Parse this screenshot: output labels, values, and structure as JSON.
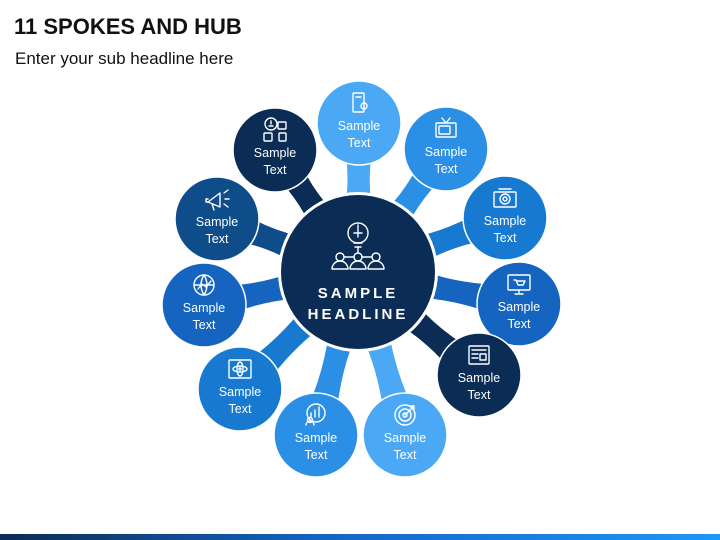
{
  "header": {
    "title": "11 SPOKES AND HUB",
    "subtitle": "Enter your sub headline here"
  },
  "hub": {
    "line1": "SAMPLE",
    "line2": "HEADLINE",
    "icon": "idea-network-icon",
    "color": "#0b2c55"
  },
  "spokes": [
    {
      "line1": "Sample",
      "line2": "Text",
      "icon": "touch-phone-icon",
      "color": "#4aa8f5"
    },
    {
      "line1": "Sample",
      "line2": "Text",
      "icon": "tv-icon",
      "color": "#2c8fe6"
    },
    {
      "line1": "Sample",
      "line2": "Text",
      "icon": "radio-icon",
      "color": "#1779d0"
    },
    {
      "line1": "Sample",
      "line2": "Text",
      "icon": "monitor-cart-icon",
      "color": "#1565c0"
    },
    {
      "line1": "Sample",
      "line2": "Text",
      "icon": "newspaper-icon",
      "color": "#0b2c55"
    },
    {
      "line1": "Sample",
      "line2": "Text",
      "icon": "target-icon",
      "color": "#4aa8f5"
    },
    {
      "line1": "Sample",
      "line2": "Text",
      "icon": "growth-person-icon",
      "color": "#2c8fe6"
    },
    {
      "line1": "Sample",
      "line2": "Text",
      "icon": "atom-screen-icon",
      "color": "#1779d0"
    },
    {
      "line1": "Sample",
      "line2": "Text",
      "icon": "globe-chart-icon",
      "color": "#1565c0"
    },
    {
      "line1": "Sample",
      "line2": "Text",
      "icon": "megaphone-icon",
      "color": "#0f4c8a"
    },
    {
      "line1": "Sample",
      "line2": "Text",
      "icon": "team-ideas-icon",
      "color": "#0b2c55"
    }
  ]
}
